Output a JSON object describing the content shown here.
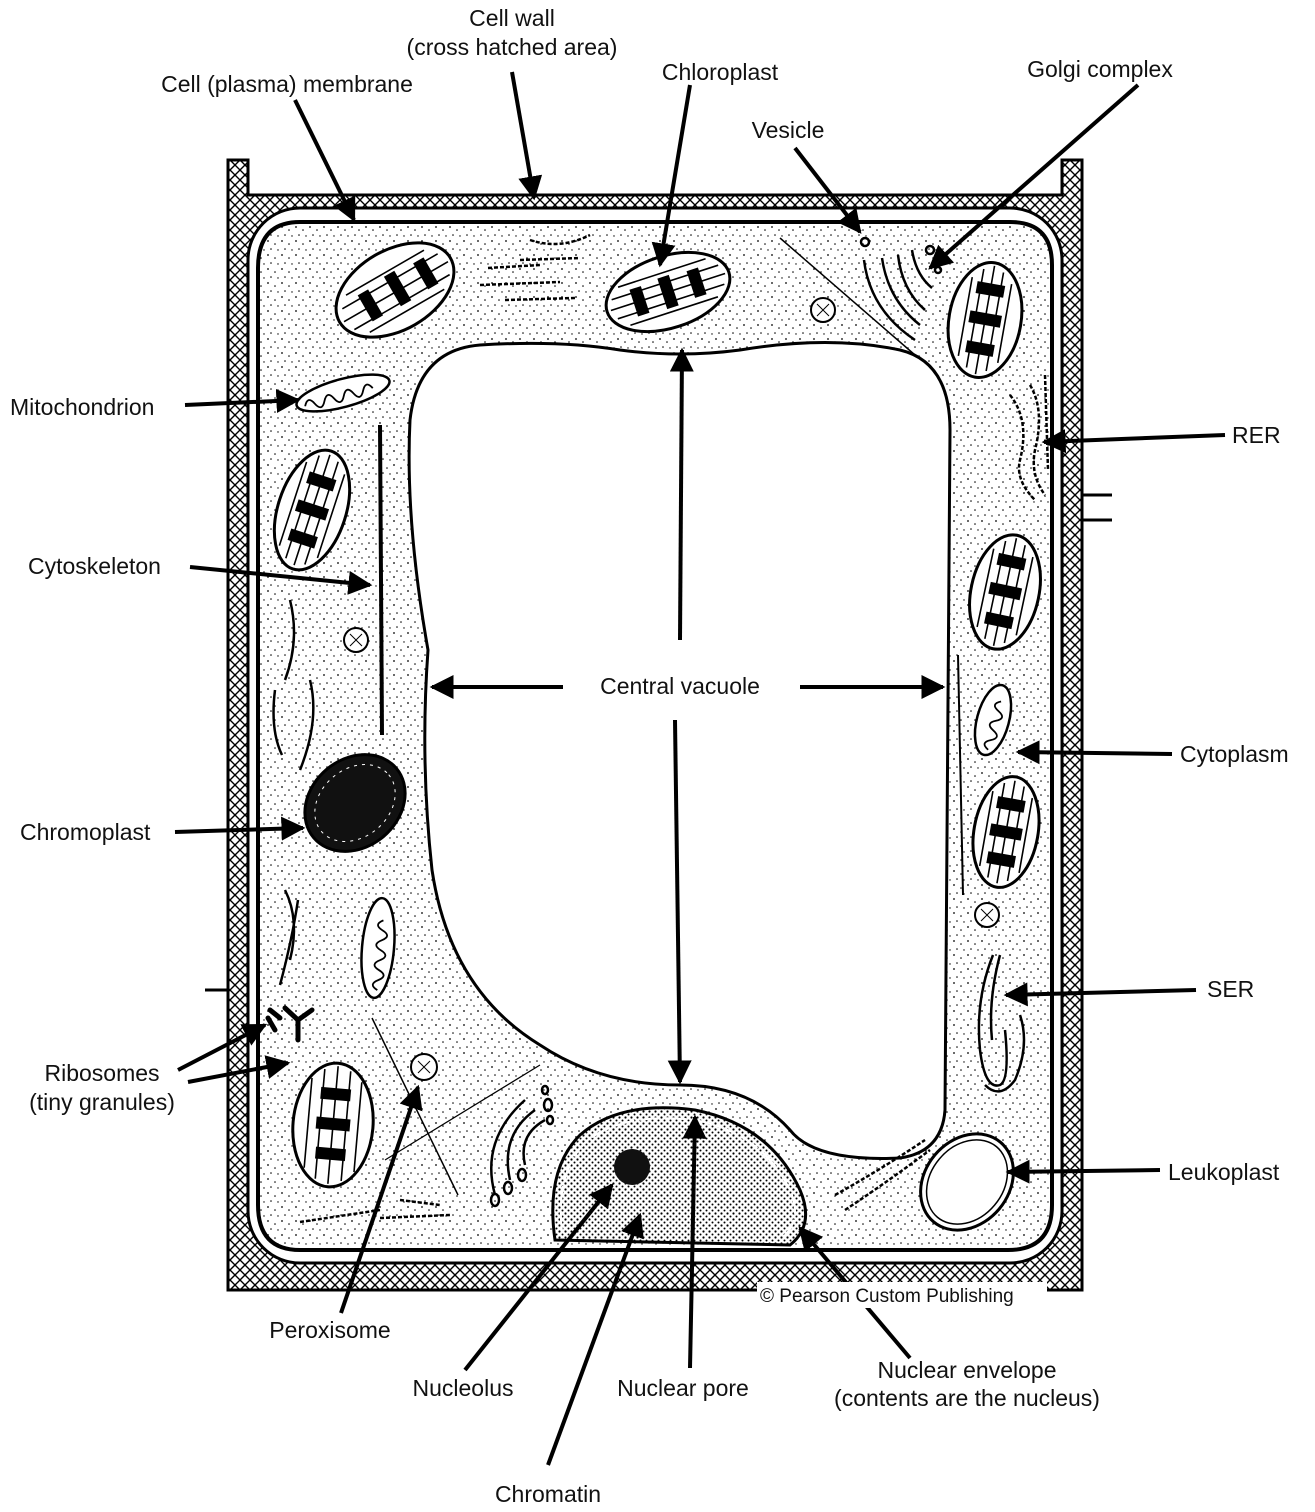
{
  "labels": {
    "cell_wall": [
      "Cell wall",
      "(cross hatched area)"
    ],
    "plasma_membrane": "Cell (plasma) membrane",
    "chloroplast": "Chloroplast",
    "golgi": "Golgi complex",
    "vesicle": "Vesicle",
    "mitochondrion": "Mitochondrion",
    "rer": "RER",
    "cytoskeleton": "Cytoskeleton",
    "central_vacuole": "Central vacuole",
    "cytoplasm": "Cytoplasm",
    "chromoplast": "Chromoplast",
    "ser": "SER",
    "ribosomes": [
      "Ribosomes",
      "(tiny granules)"
    ],
    "leukoplast": "Leukoplast",
    "peroxisome": "Peroxisome",
    "nucleolus": "Nucleolus",
    "nuclear_pore": "Nuclear pore",
    "nuclear_envelope": [
      "Nuclear envelope",
      "(contents are the nucleus)"
    ],
    "chromatin": "Chromatin"
  },
  "copyright": "© Pearson Custom Publishing"
}
